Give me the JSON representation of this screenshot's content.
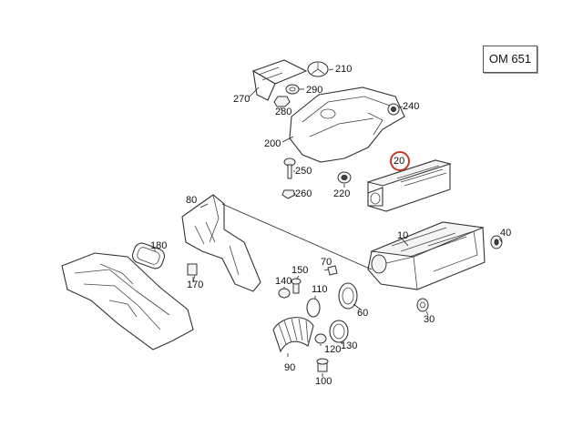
{
  "engine_code": "OM 651",
  "highlight_color": "#c0392b",
  "highlighted_part": "20",
  "callouts": {
    "p10": "10",
    "p20": "20",
    "p30": "30",
    "p40": "40",
    "p60": "60",
    "p70": "70",
    "p80": "80",
    "p90": "90",
    "p100": "100",
    "p110": "110",
    "p120": "120",
    "p130": "130",
    "p140": "140",
    "p150": "150",
    "p170": "170",
    "p180": "180",
    "p200": "200",
    "p210": "210",
    "p220": "220",
    "p240": "240",
    "p250": "250",
    "p260": "260",
    "p270": "270",
    "p280": "280",
    "p290": "290"
  }
}
